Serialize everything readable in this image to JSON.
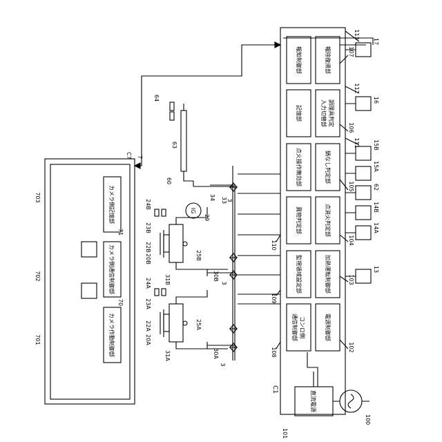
{
  "controller": {
    "ref": "C1",
    "modules": {
      "power_control": {
        "label": "電源制御部",
        "ref": "102"
      },
      "heating_control": {
        "label": "加熱運転制御部",
        "ref": "103"
      },
      "ignition_judge": {
        "label": "点消火判定部",
        "ref": "104"
      },
      "pot_judge": {
        "label": "鍋なし判定部",
        "ref": "105"
      },
      "cookware_judge": {
        "label": "調理具判定\n入力切替部",
        "ref": "106"
      },
      "restore": {
        "label": "報除復帰部",
        "ref": "107"
      },
      "comm_control": {
        "label": "コンロ側\n通信制御部",
        "ref": "108"
      },
      "region_setting": {
        "label": "監視領域設定部",
        "ref": "109"
      },
      "abnormal_judge": {
        "label": "異物判定部",
        "ref": "110"
      },
      "ignition_operation": {
        "label": "点火操作無効部",
        "ref": "111"
      },
      "storage": {
        "label": "記憶部",
        "ref": "112"
      },
      "alarm_control": {
        "label": "報知制御部",
        "ref": "113"
      }
    },
    "outputs": [
      "13",
      "14A",
      "14B",
      "62",
      "15A",
      "15B",
      "16",
      "17"
    ]
  },
  "camera": {
    "ref": "7",
    "box_ref": "C7",
    "modules": {
      "operation_control": {
        "label": "カメラ作動制御部",
        "ref": "701"
      },
      "comm_control": {
        "label": "カメラ側通信制御部",
        "ref": "702"
      },
      "storage": {
        "label": "カメラ側記憶部",
        "ref": "703"
      }
    },
    "sub_refs": [
      "70",
      "71"
    ]
  },
  "power": {
    "dc_label": "直流電源",
    "dc_ref": "101",
    "ac_ref": "100"
  },
  "burners": {
    "left": {
      "refs": [
        "20A",
        "22A",
        "23A",
        "24A",
        "25A",
        "30A",
        "31A",
        "3"
      ]
    },
    "right": {
      "refs": [
        "20B",
        "22B",
        "23B",
        "24B",
        "25B",
        "30B",
        "31B",
        "3"
      ]
    },
    "grill": {
      "refs": [
        "60",
        "63",
        "64",
        "34",
        "33",
        "3"
      ]
    },
    "igniter": {
      "label": "IG",
      "ref": "29"
    }
  }
}
